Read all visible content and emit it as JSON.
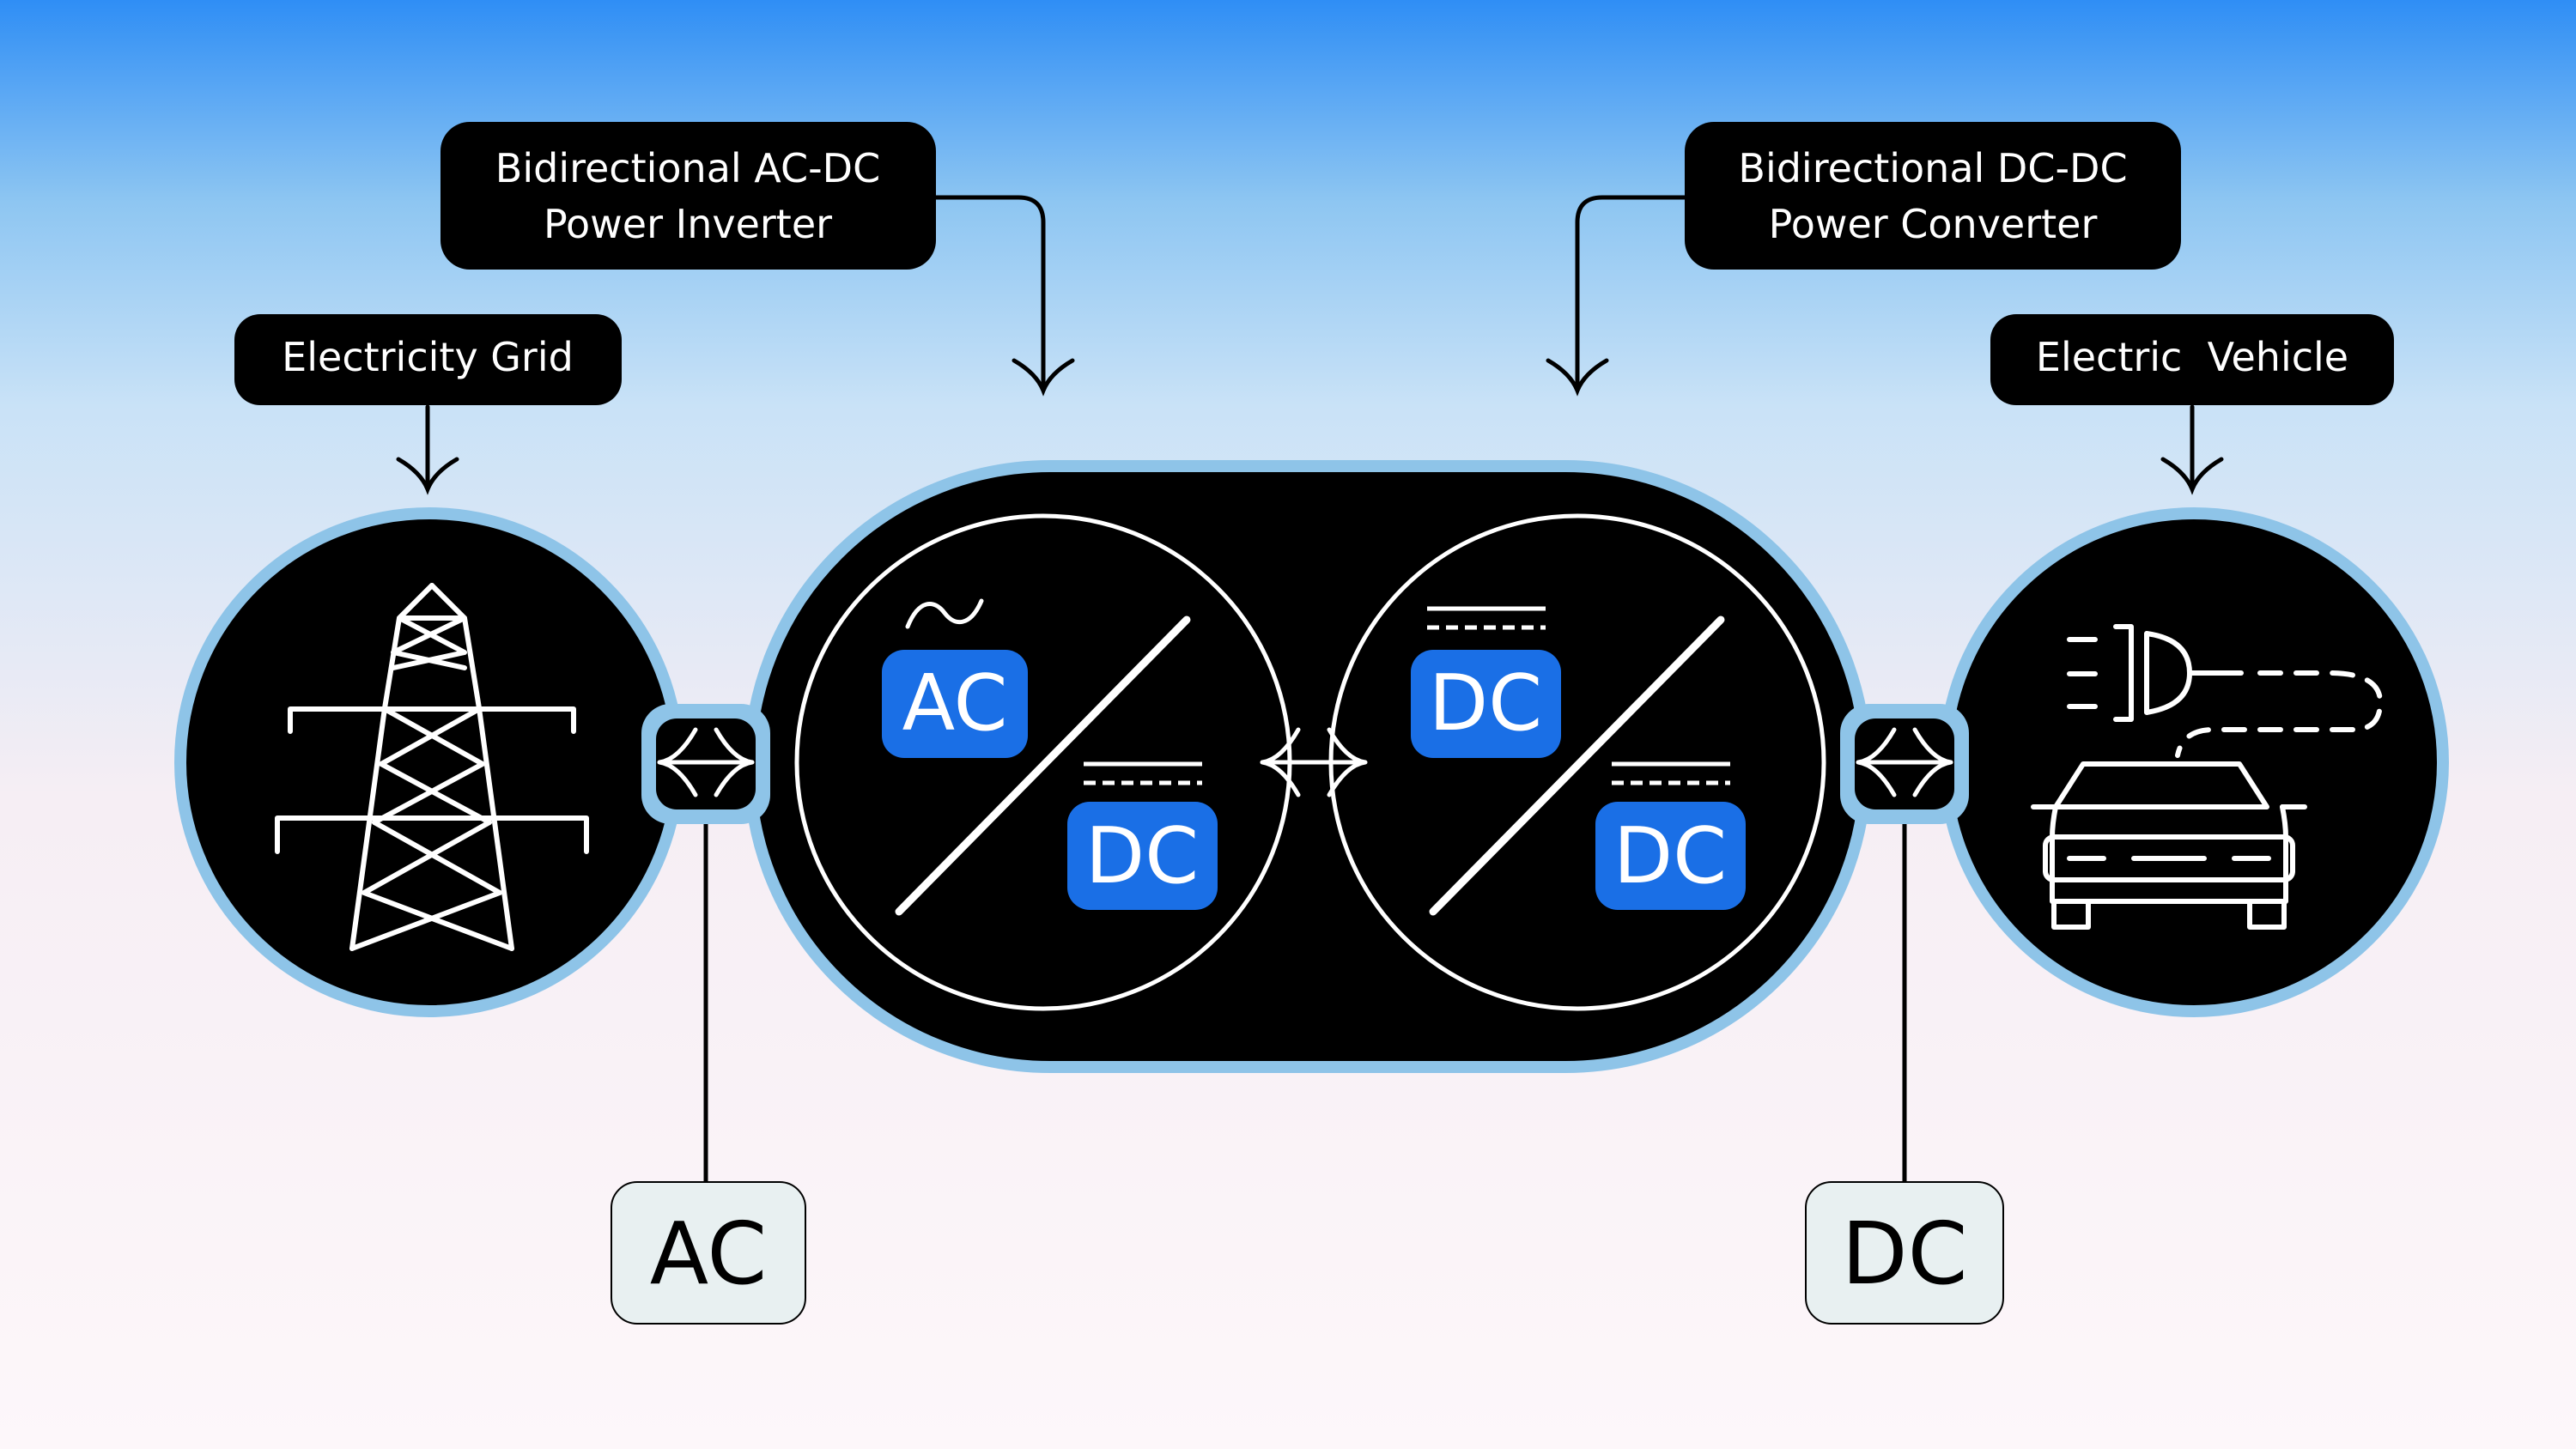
{
  "labels": {
    "grid": "Electricity Grid",
    "inverter_line1": "Bidirectional AC-DC",
    "inverter_line2": "Power Inverter",
    "converter_line1": "Bidirectional DC-DC",
    "converter_line2": "Power Converter",
    "vehicle": "Electric  Vehicle"
  },
  "inverter": {
    "input": "AC",
    "output": "DC"
  },
  "converter": {
    "input": "DC",
    "output": "DC"
  },
  "bottom": {
    "left": "AC",
    "right": "DC"
  },
  "colors": {
    "badge_blue": "#1a6fe6",
    "outline_blue": "#8ec4e8",
    "node_black": "#000000",
    "bottom_box": "#e8f0f1"
  },
  "icons": [
    "transmission-tower-icon",
    "ac-wave-icon",
    "dc-line-icon",
    "plug-icon",
    "car-icon",
    "bidirectional-arrow-icon"
  ]
}
